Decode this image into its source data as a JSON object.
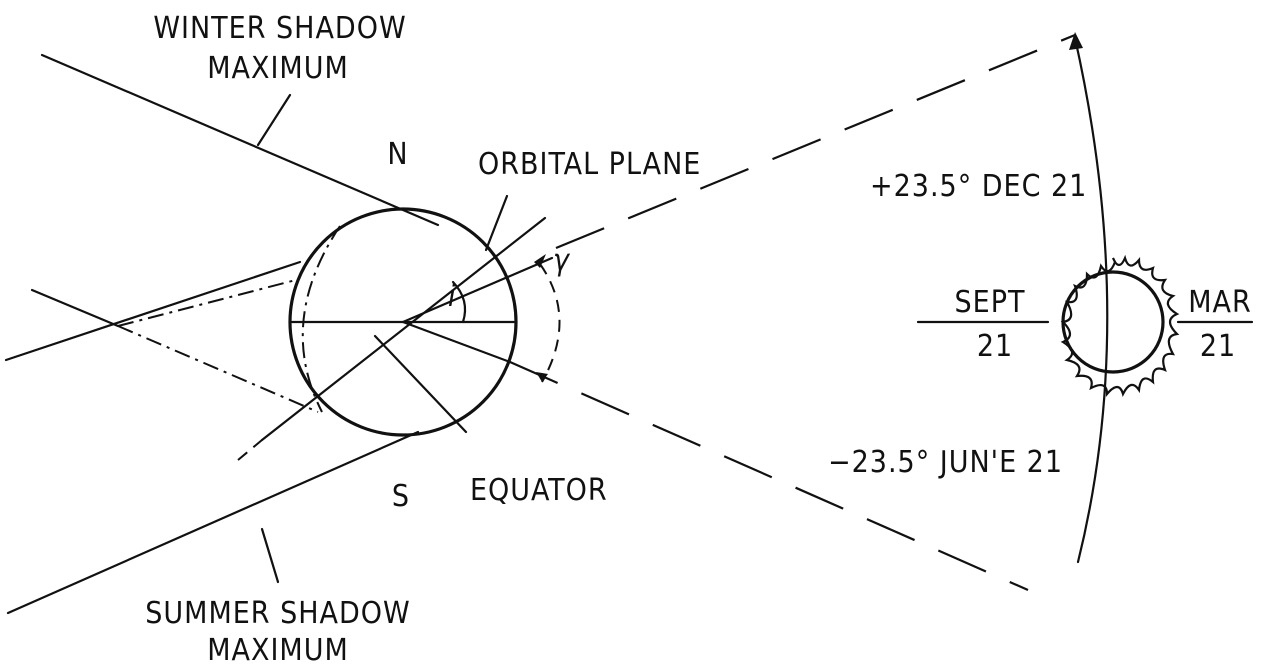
{
  "labels": {
    "winter_line1": "WINTER SHADOW",
    "winter_line2": "MAXIMUM",
    "summer_line1": "SUMMER SHADOW",
    "summer_line2": "MAXIMUM",
    "north": "N",
    "south": "S",
    "orbital_plane": "ORBITAL PLANE",
    "equator": "EQUATOR",
    "inclination": "i",
    "gamma": "γ",
    "dec": "+23.5° DEC 21",
    "june": "−23.5° JUN'E 21",
    "sept_line1": "SEPT",
    "sept_line2": "21",
    "mar_line1": "MAR",
    "mar_line2": "21"
  }
}
